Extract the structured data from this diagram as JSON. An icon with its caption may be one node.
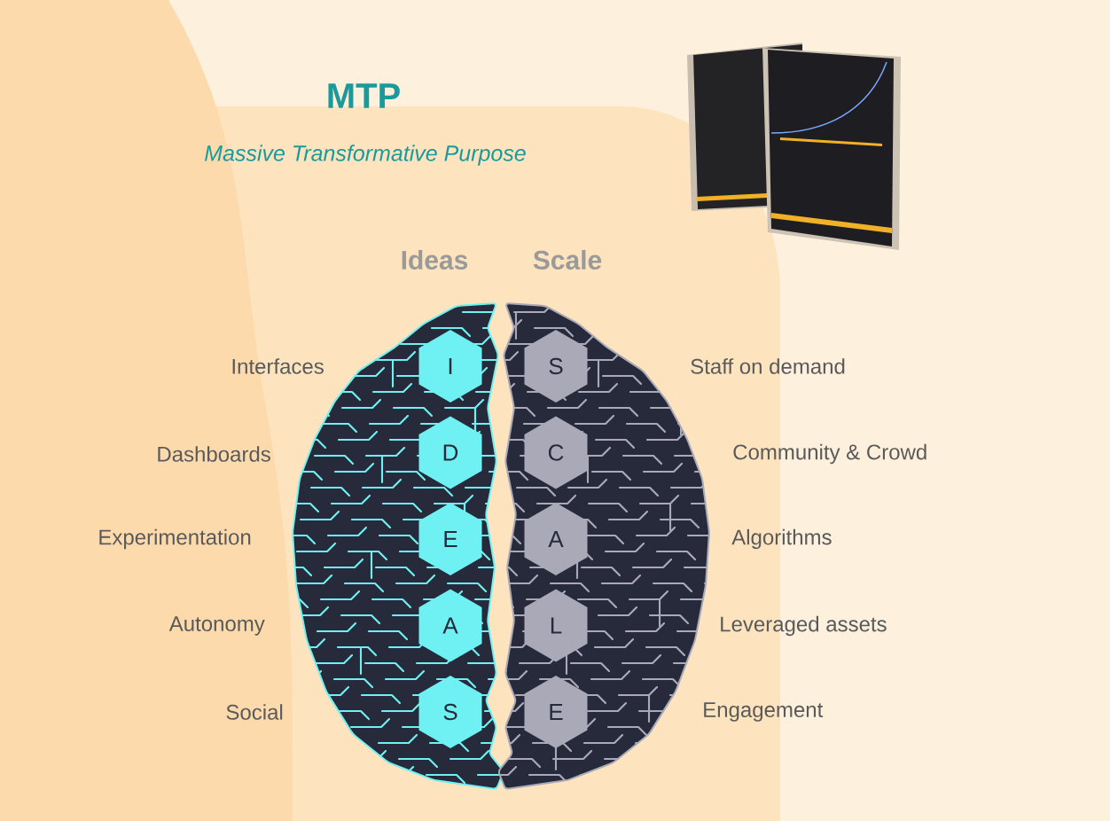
{
  "diagram": {
    "title": "MTP",
    "nodes": [
      {
        "text": [
          "Ideas"
        ]
      },
      {
        "text": [
          "I"
        ],
        "in": 0
      },
      {
        "text": [
          "D"
        ],
        "in": 0
      },
      {
        "text": [
          "E"
        ],
        "in": 0
      },
      {
        "text": [
          "A"
        ],
        "in": 0
      },
      {
        "text": [
          "S"
        ],
        "in": 0
      },
      {
        "text": [
          "Scale"
        ]
      },
      {
        "text": [
          "S"
        ],
        "in": 6
      },
      {
        "text": [
          "C"
        ],
        "in": 6
      },
      {
        "text": [
          "A"
        ],
        "in": 6
      },
      {
        "text": [
          "L"
        ],
        "in": 6
      },
      {
        "text": [
          "E"
        ],
        "in": 6
      }
    ],
    "labels": [
      "Massive Transformative Purpose",
      "Interfaces",
      "Staff on demand",
      "Dashboards",
      "Community & Crowd",
      "Experimentation",
      "Algorithms",
      "Autonomy",
      "Leveraged assets",
      "Social",
      "Engagement"
    ]
  }
}
